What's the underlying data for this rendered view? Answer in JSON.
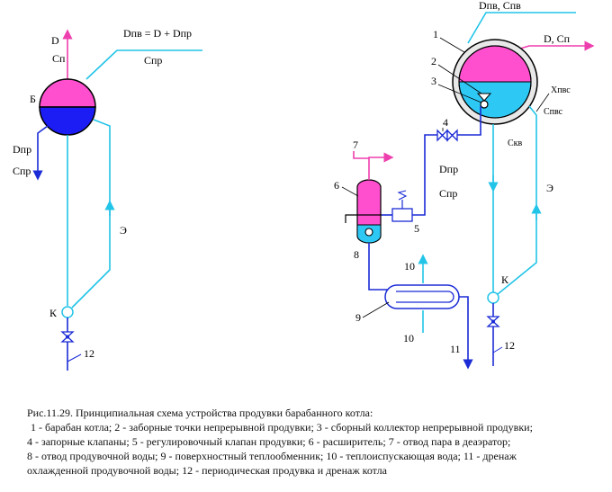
{
  "left_scheme": {
    "label_D": "D",
    "label_Cp": "Cп",
    "label_Dpv_formula": "Dпв = D + Dпр",
    "label_Cpr_top": "Cпр",
    "label_B": "Б",
    "label_Dpr": "Dпр",
    "label_Cpr_out": "Cпр",
    "label_E": "Э",
    "label_K": "К",
    "label_12": "12"
  },
  "right_scheme": {
    "label_Dpv_Cpv": "Dпв, Cпв",
    "label_D_Cp": "D, Cп",
    "num_1": "1",
    "num_2": "2",
    "num_3": "3",
    "label_Xpvs": "Xпвс",
    "label_Cpvs": "Cпвс",
    "label_Ckv": "Cкв",
    "num_4": "4",
    "label_Dpr": "Dпр",
    "label_Cpr": "Cпр",
    "num_7": "7",
    "num_6": "6",
    "num_5": "5",
    "num_8": "8",
    "num_10_top": "10",
    "num_9": "9",
    "num_10_bottom": "10",
    "num_11": "11",
    "label_E": "Э",
    "label_K": "К",
    "num_12": "12"
  },
  "caption": {
    "line1": "Рис.11.29. Принципиальная схема устройства продувки барабанного котла:",
    "line2": "1 - барабан котла; 2 - заборные точки непрерывной продувки; 3 - сборный коллектор непрерывной продувки;",
    "line3": "4 - запорные клапаны; 5 - регулировочный клапан продувки; 6 - расширитель; 7 - отвод пара в деаэратор;",
    "line4": "8 - отвод продувочной воды; 9 - поверхностный теплообменник; 10 - теплоиспускающая вода; 11 - дренаж",
    "line5": "охлажденной продувочной воды; 12 - периодическая продувка и дренаж котла"
  },
  "colors": {
    "steam": "#ee3fae",
    "water": "#1b2bd6",
    "feed": "#22c4e8",
    "pink_fill": "#ff4fcf",
    "blue_fill": "#1c1cf5",
    "cyan_fill": "#2ec8f5",
    "outline": "#000000"
  }
}
